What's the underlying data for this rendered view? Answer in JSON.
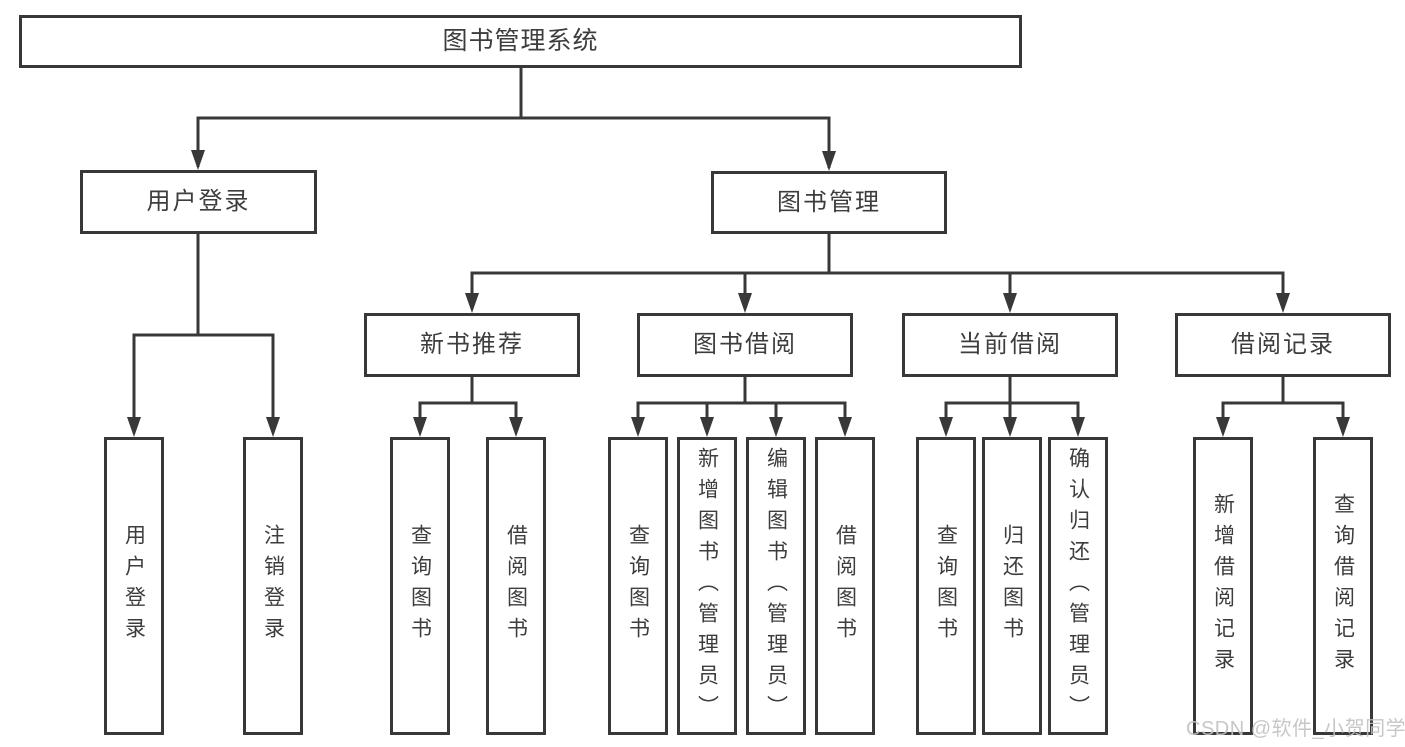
{
  "tree": {
    "label": "图书管理系统",
    "children": [
      {
        "label": "用户登录",
        "children": [
          {
            "label": "用户登录"
          },
          {
            "label": "注销登录"
          }
        ]
      },
      {
        "label": "图书管理",
        "children": [
          {
            "label": "新书推荐",
            "children": [
              {
                "label": "查询图书"
              },
              {
                "label": "借阅图书"
              }
            ]
          },
          {
            "label": "图书借阅",
            "children": [
              {
                "label": "查询图书"
              },
              {
                "label": "新增图书（管理员）"
              },
              {
                "label": "编辑图书（管理员）"
              },
              {
                "label": "借阅图书"
              }
            ]
          },
          {
            "label": "当前借阅",
            "children": [
              {
                "label": "查询图书"
              },
              {
                "label": "归还图书"
              },
              {
                "label": "确认归还（管理员）"
              }
            ]
          },
          {
            "label": "借阅记录",
            "children": [
              {
                "label": "新增借阅记录"
              },
              {
                "label": "查询借阅记录"
              }
            ]
          }
        ]
      }
    ]
  },
  "watermark": {
    "text": "CSDN @软件_小贺同学",
    "color": "#c2c2c2"
  },
  "colors": {
    "line": "#383838",
    "text": "#3d3d3d",
    "background": "#ffffff"
  }
}
